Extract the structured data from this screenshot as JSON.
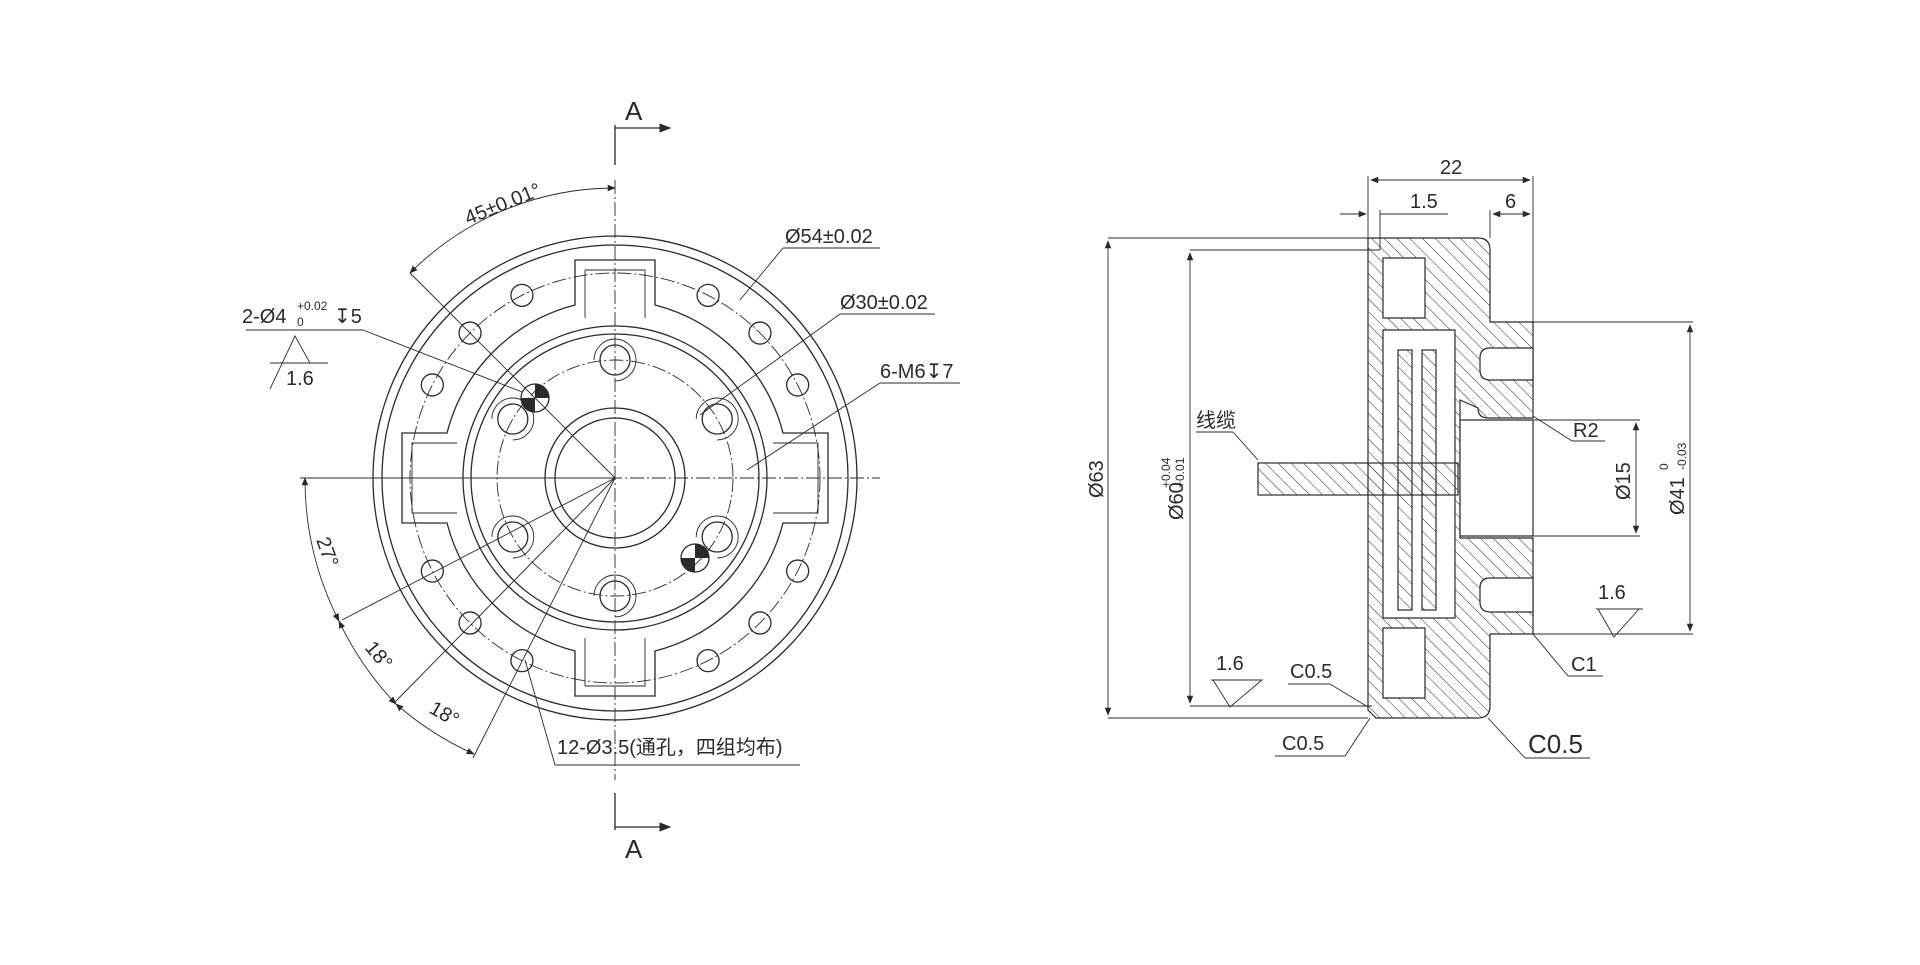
{
  "section_marks": {
    "top": "A",
    "bottom": "A"
  },
  "front_view": {
    "angle_45": "45±0.01°",
    "dia_54": "Ø54±0.02",
    "dia_30": "Ø30±0.02",
    "pin_prefix": "2-Ø4",
    "pin_tol_upper": "+0.02",
    "pin_tol_lower": "0",
    "pin_depth": "↧5",
    "thread": "6-M6↧7",
    "angle_27": "27°",
    "angle_18a": "18°",
    "angle_18b": "18°",
    "holes_note": "12-Ø3.5(通孔，四组均布)",
    "roughness": "1.6"
  },
  "side_view": {
    "dim_22": "22",
    "dim_1_5": "1.5",
    "dim_6": "6",
    "dia_63": "Ø63",
    "dia_60": "Ø60",
    "dia_60_upper": "+0.04",
    "dia_60_lower": "+0.01",
    "cable": "线缆",
    "r2": "R2",
    "dia_15": "Ø15",
    "dia_41": "Ø41",
    "dia_41_upper": "0",
    "dia_41_lower": "-0.03",
    "rough_right": "1.6",
    "rough_bottom": "1.6",
    "c1": "C1",
    "c05_a": "C0.5",
    "c05_b": "C0.5",
    "c05_c": "C0.5"
  }
}
